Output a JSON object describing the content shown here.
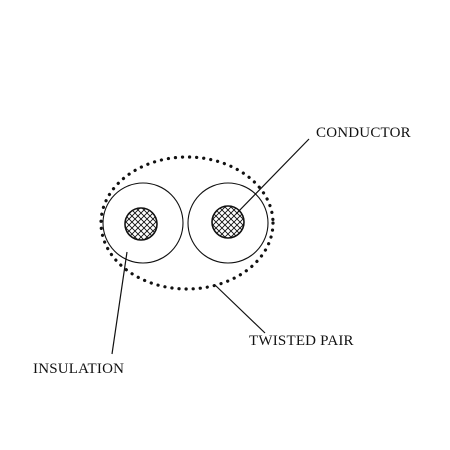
{
  "labels": {
    "conductor": "CONDUCTOR",
    "twisted_pair": "TWISTED PAIR",
    "insulation": "INSULATION"
  },
  "colors": {
    "line": "#111111",
    "background": "#ffffff"
  }
}
